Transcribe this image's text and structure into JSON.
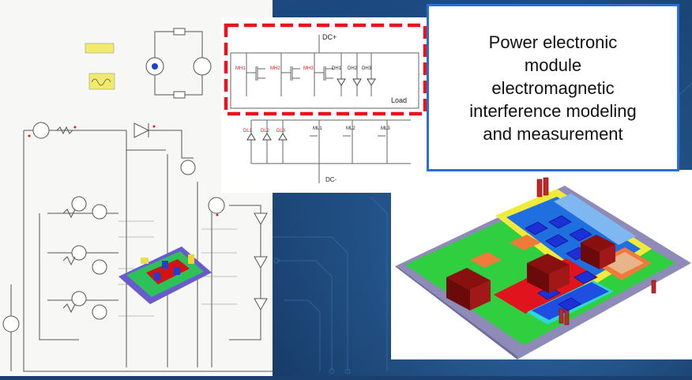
{
  "callout": {
    "text": "Power electronic\nmodule\nelectromagnetic\ninterference modeling\nand measurement"
  },
  "schematic_top": {
    "dc_plus": "DC+",
    "dc_minus": "DC-",
    "load": "Load",
    "upper_switches": [
      "MH1",
      "MH2",
      "MH3"
    ],
    "upper_diodes": [
      "DH1",
      "DH2",
      "DH3"
    ],
    "lower_diodes": [
      "DL1",
      "DL2",
      "DL3"
    ],
    "lower_switches": [
      "ML1",
      "ML2",
      "ML3"
    ]
  },
  "colors": {
    "highlight": "#e8161c",
    "callout_border": "#2a6fd6",
    "switch_label": "#e8161c"
  }
}
